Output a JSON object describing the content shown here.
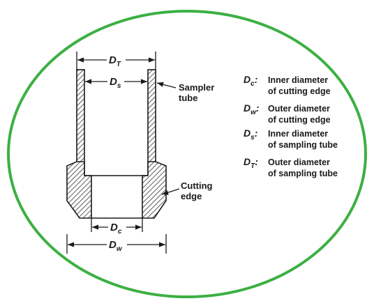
{
  "frame": {
    "border_color": "#3cb043"
  },
  "dimensions": {
    "dt": {
      "symbol": "D",
      "sub": "T"
    },
    "ds": {
      "symbol": "D",
      "sub": "s"
    },
    "dc": {
      "symbol": "D",
      "sub": "c"
    },
    "dw": {
      "symbol": "D",
      "sub": "w"
    }
  },
  "callouts": {
    "sampler_tube": {
      "line1": "Sampler",
      "line2": "tube"
    },
    "cutting_edge": {
      "line1": "Cutting",
      "line2": "edge"
    }
  },
  "legend": [
    {
      "symbol": "D",
      "sub": "c",
      "line1": "Inner diameter",
      "line2": "of cutting edge"
    },
    {
      "symbol": "D",
      "sub": "w",
      "line1": "Outer diameter",
      "line2": "of cutting edge"
    },
    {
      "symbol": "D",
      "sub": "s",
      "line1": "Inner diameter",
      "line2": "of sampling tube"
    },
    {
      "symbol": "D",
      "sub": "T",
      "line1": "Outer diameter",
      "line2": "of sampling tube"
    }
  ]
}
